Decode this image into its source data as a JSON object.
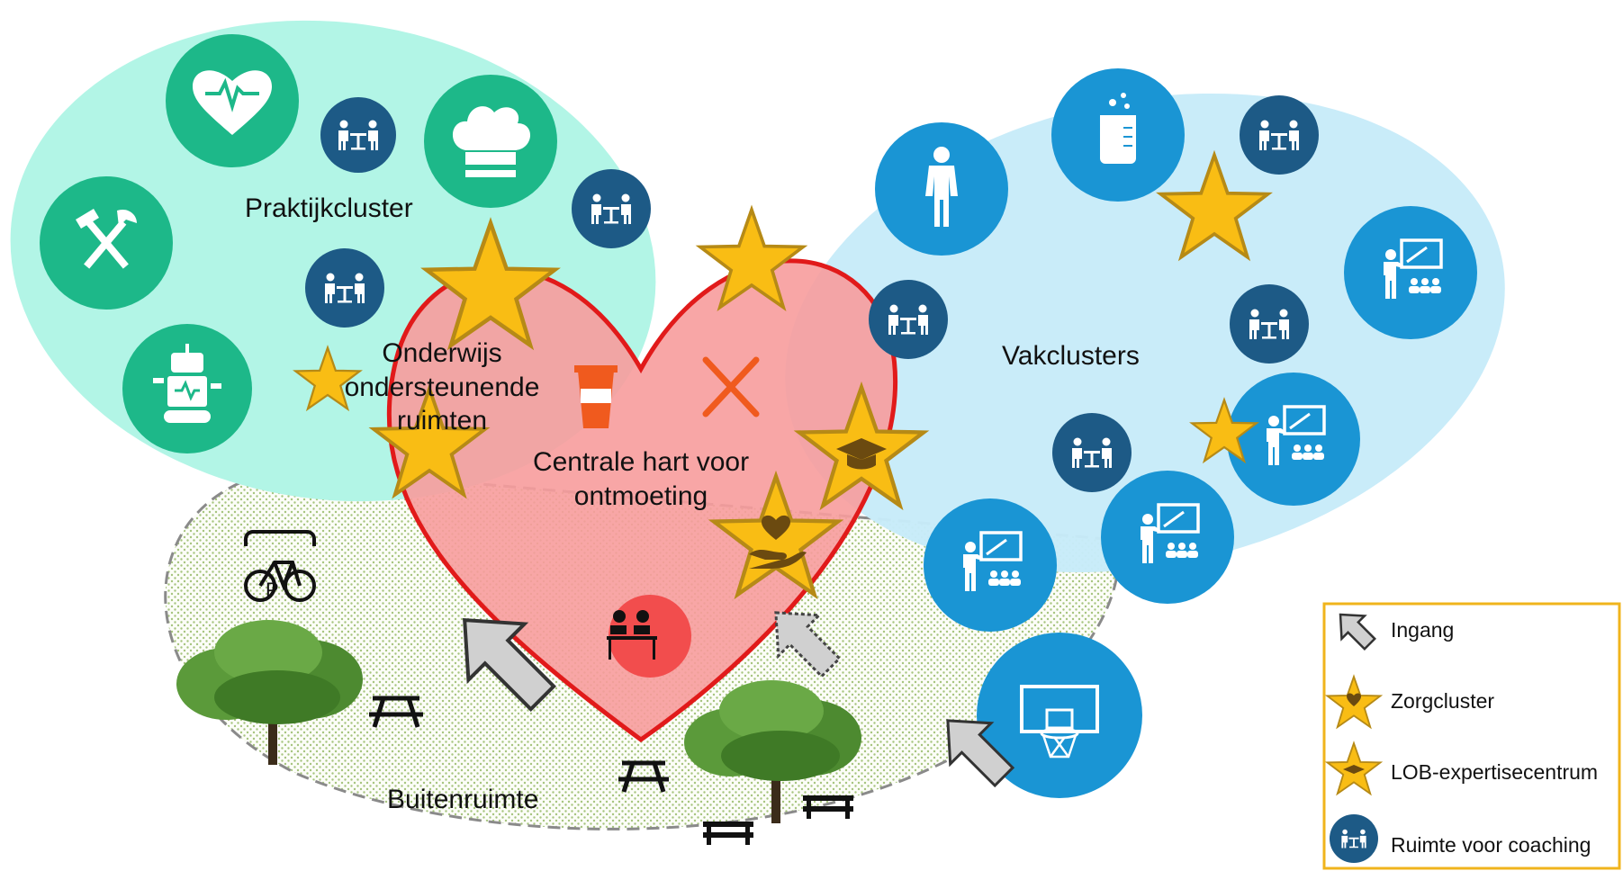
{
  "labels": {
    "praktijk": "Praktijkcluster",
    "vak": "Vakclusters",
    "onderwijs_1": "Onderwijs",
    "onderwijs_2": "ondersteunende",
    "onderwijs_3": "ruimten",
    "hart_1": "Centrale hart voor",
    "hart_2": "ontmoeting",
    "buiten": "Buitenruimte"
  },
  "legend": {
    "ingang": "Ingang",
    "zorg": "Zorgcluster",
    "lob": "LOB-expertisecentrum",
    "coaching": "Ruimte voor coaching"
  },
  "colors": {
    "praktijk_bg": "#b2f5e6",
    "praktijk_icon": "#1db889",
    "vak_bg": "#c7ebf9",
    "vak_icon": "#1a95d4",
    "coaching": "#1d5a86",
    "heart_fill": "#f79c9c",
    "heart_stroke": "#e11a1a",
    "star": "#f9bd14",
    "star_stroke": "#b68a16",
    "outdoor_dots": "#a6c47e",
    "legend_border": "#f0b41c",
    "arrow": "#d0d0d0",
    "tree": "#5b9a3a"
  },
  "icons": {
    "praktijk": [
      "heart-pulse-icon",
      "chef-hat-icon",
      "hammer-pick-icon",
      "robot-icon"
    ],
    "vak": [
      "mannequin-icon",
      "beaker-icon",
      "teacher-board-icon",
      "basketball-hoop-icon"
    ],
    "centre": [
      "coffee-cup-icon",
      "fork-knife-icon",
      "meeting-icon"
    ],
    "outdoor": [
      "bicycle-parking-icon",
      "tree-icon",
      "picnic-table-icon",
      "bench-icon"
    ]
  }
}
